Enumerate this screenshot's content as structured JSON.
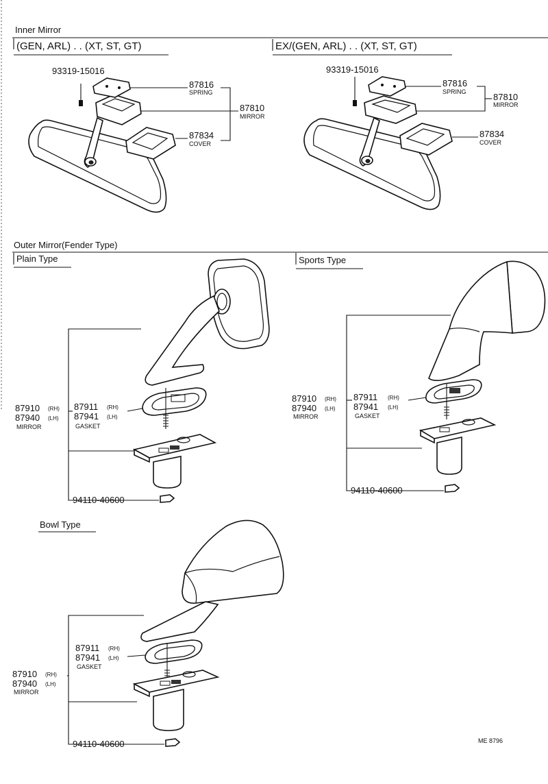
{
  "inner_mirror": {
    "title": "Inner Mirror",
    "left": {
      "header": "(GEN, ARL) . . (XT, ST, GT)",
      "screw_pn": "93319-15016",
      "spring_pn": "87816",
      "spring_label": "SPRING",
      "mirror_pn": "87810",
      "mirror_label": "MIRROR",
      "cover_pn": "87834",
      "cover_label": "COVER"
    },
    "right": {
      "header": "EX/(GEN, ARL) . . (XT, ST, GT)",
      "screw_pn": "93319-15016",
      "spring_pn": "87816",
      "spring_label": "SPRING",
      "mirror_pn": "87810",
      "mirror_label": "MIRROR",
      "cover_pn": "87834",
      "cover_label": "COVER"
    }
  },
  "outer_mirror": {
    "title": "Outer Mirror(Fender Type)",
    "plain": {
      "header": "Plain Type",
      "mirror_rh": "87910",
      "mirror_lh": "87940",
      "gasket_rh": "87911",
      "gasket_lh": "87941",
      "rh": "(RH)",
      "lh": "(LH)",
      "mirror_label": "MIRROR",
      "gasket_label": "GASKET",
      "nut_pn": "94110-40600"
    },
    "sports": {
      "header": "Sports Type",
      "mirror_rh": "87910",
      "mirror_lh": "87940",
      "gasket_rh": "87911",
      "gasket_lh": "87941",
      "rh": "(RH)",
      "lh": "(LH)",
      "mirror_label": "MIRROR",
      "gasket_label": "GASKET",
      "nut_pn": "94110-40600"
    },
    "bowl": {
      "header": "Bowl Type",
      "mirror_rh": "87910",
      "mirror_lh": "87940",
      "gasket_rh": "87911",
      "gasket_lh": "87941",
      "rh": "(RH)",
      "lh": "(LH)",
      "mirror_label": "MIRROR",
      "gasket_label": "GASKET",
      "nut_pn": "94110-40600"
    }
  },
  "footer_code": "ME 8796"
}
